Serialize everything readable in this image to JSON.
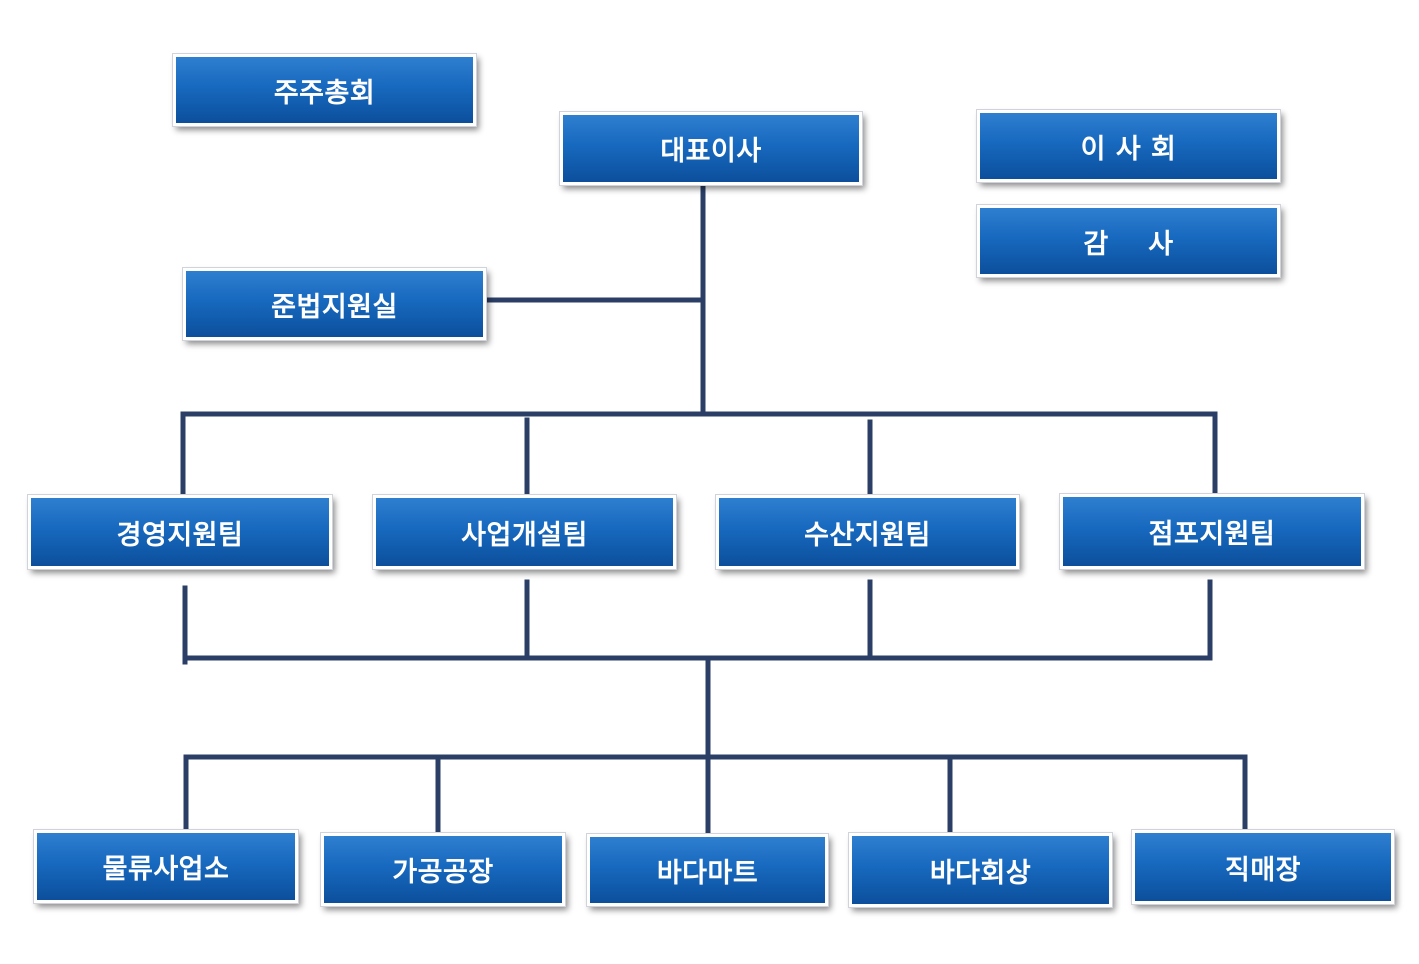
{
  "org_chart": {
    "shareholders": "주주총회",
    "ceo": "대표이사",
    "board": "이 사 회",
    "auditor": "감    사",
    "compliance": "준법지원실",
    "teams": [
      "경영지원팀",
      "사업개설팀",
      "수산지원팀",
      "점포지원팀"
    ],
    "units": [
      "물류사업소",
      "가공공장",
      "바다마트",
      "바다회상",
      "직매장"
    ]
  },
  "colors": {
    "box_fill": "#1769bf",
    "box_border": "#ffffff",
    "connector": "#2b3f66"
  }
}
